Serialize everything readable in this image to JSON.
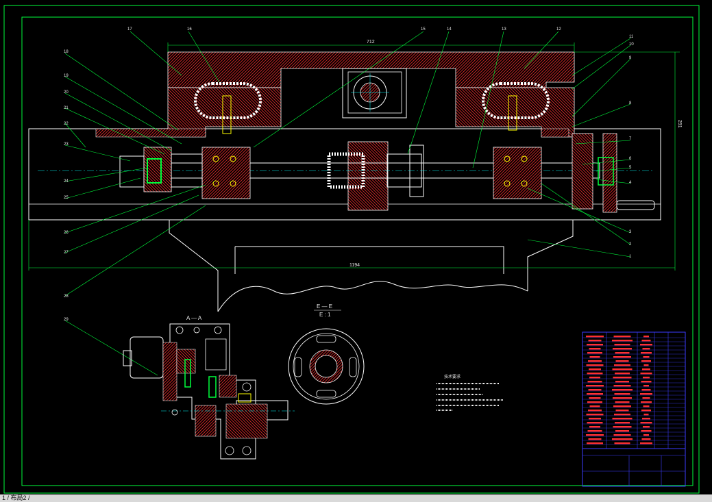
{
  "drawing": {
    "overall_length_dim": "1194",
    "top_length_dim": "712",
    "height_dim": "291",
    "section_aa_label": "A — A",
    "section_ee_label": "E — E",
    "section_ee_scale": "E : 1",
    "tech_notes_title": "技术要求",
    "part_labels": {
      "p17": "17",
      "p16": "16",
      "p15": "15",
      "p14": "14",
      "p13": "13",
      "p12": "12",
      "p11": "11",
      "p10": "10",
      "p9": "9",
      "p8": "8",
      "p7": "7",
      "p6": "6",
      "p5": "5",
      "p4": "4",
      "p3": "3",
      "p2": "2",
      "p1": "1",
      "p18": "18",
      "p19": "19",
      "p20": "20",
      "p21": "21",
      "p22": "22",
      "p23": "23",
      "p24": "24",
      "p25": "25",
      "p26": "26",
      "p27": "27",
      "p28": "28",
      "p29": "29"
    }
  },
  "colors": {
    "background": "#000000",
    "frame": "#00ff3c",
    "hatch": "#ff3030",
    "outline": "#ffffff",
    "leader": "#00ff3c",
    "table_lines": "#3c3cff",
    "table_text": "#ff3030",
    "yellow": "#ffff00",
    "cyan": "#00ffff"
  },
  "status": {
    "text": "1 / 布局2 /"
  }
}
